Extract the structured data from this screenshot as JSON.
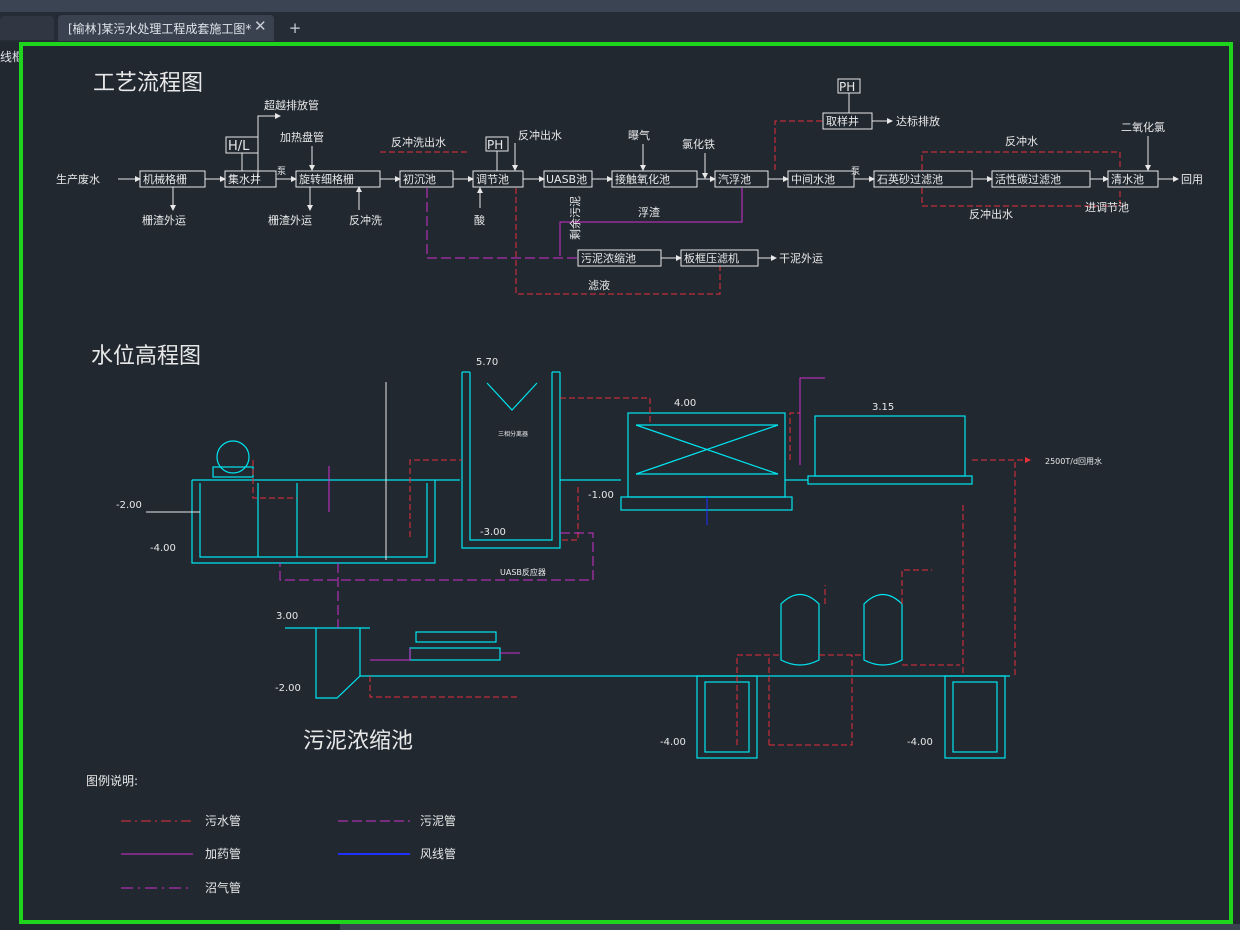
{
  "tab": {
    "title": "[榆林]某污水处理工程成套施工图*",
    "close": "✕",
    "new": "+"
  },
  "side_label": "线框",
  "section1": {
    "title": "工艺流程图"
  },
  "section2": {
    "title": "水位高程图"
  },
  "flow": {
    "inlet": "生产废水",
    "units": [
      "机械格栅",
      "集水井",
      "旋转细格栅",
      "初沉池",
      "调节池",
      "UASB池",
      "接触氧化池",
      "汽浮池",
      "中间水池",
      "石英砂过滤池",
      "活性碳过滤池",
      "清水池"
    ],
    "outlet": "回用",
    "hl": "H/L",
    "ph1": "PH",
    "ph2": "PH",
    "overflow": "超越排放管",
    "heating": "加热盘管",
    "pump1": "泵",
    "pump2": "泵",
    "backwash_out": "反冲洗出水",
    "backwash_out2": "反冲出水",
    "aeration": "曝气",
    "chloride": "氯化铁",
    "acid": "酸",
    "screen_out1": "栅渣外运",
    "screen_out2": "栅渣外运",
    "backwash": "反冲洗",
    "sampling": "取样井",
    "discharge": "达标排放",
    "backwash_water": "反冲水",
    "chlorine": "二氧化氯",
    "backwash_water_out": "反冲出水",
    "to_equalization": "进调节池",
    "float": "浮渣",
    "excess_sludge": "剩余污泥",
    "thickener": "污泥浓缩池",
    "filter_press": "板框压滤机",
    "dry_sludge": "干泥外运",
    "filtrate": "滤液"
  },
  "elevation": {
    "levels": [
      "5.70",
      "4.00",
      "3.15",
      "-1.00",
      "-2.00",
      "-4.00",
      "-3.00",
      "3.00",
      "-2.00",
      "-4.00",
      "-4.00"
    ],
    "uasb": "UASB",
    "uasb_label": "UASB反应器",
    "sludge_title": "污泥浓缩池",
    "out_label": "2500T/d回用水",
    "separator": "三相分离器"
  },
  "legend": {
    "title": "图例说明:",
    "items": [
      "污水管",
      "污泥管",
      "加药管",
      "风线管",
      "沼气管"
    ]
  },
  "colors": {
    "frame": "#1ed41c",
    "structure": "#00e5f0",
    "sewage": "#e8303a",
    "sludge": "#cf2fd0",
    "air": "#2030ff",
    "lines": "#e8e8e8"
  }
}
